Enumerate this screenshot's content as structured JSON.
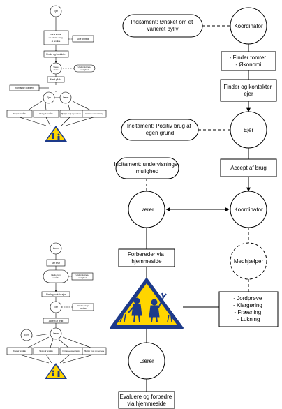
{
  "main": {
    "coordinator_top": "Koordinator",
    "incitament_1": [
      "Incitament: Ønsket om et",
      "varieret byliv"
    ],
    "finder_tomter": [
      "- Finder tomter",
      "- Økonomi"
    ],
    "finder_kontakter": [
      "Finder og kontakter",
      "ejer"
    ],
    "incitament_2": [
      "Incitament: Positiv brug af",
      "egen grund"
    ],
    "ejer": "Ejer",
    "accept": "Accept af brug",
    "incitament_3": [
      "Incitament: undervisnings-",
      "mulighed"
    ],
    "laerer_1": "Lærer",
    "coordinator_mid": "Koordinator",
    "medhjaelper": "Medhjælper",
    "forbereder": [
      "Forbereder via",
      "hjemmeside"
    ],
    "tasks": [
      "- Jordprøve",
      "- Klargøring",
      "- Fræsning",
      "- Lukning"
    ],
    "laerer_2": "Lærer",
    "evaluere": [
      "Evaluere og forbedre",
      "via hjemmeside"
    ]
  },
  "thumb_top": {
    "ejer": "Ejer",
    "box1": [
      "Ide & ønske",
      "om private omrg.",
      "at område"
    ],
    "side1": "Give område",
    "box2": "Finder og kontakter",
    "circle2": [
      "Stede",
      "lærer"
    ],
    "side2": [
      "Undervisnings-",
      "mulighed"
    ],
    "box3": "Mødt på ftø",
    "box4": "Kontaktar praxsen",
    "ejer2": "Ejer",
    "laerer": "Lærer",
    "row": [
      "Klargør område",
      "Stivrig af område",
      "Hjælper brugt og stemtene",
      "Fortsætte/ undervisning"
    ]
  },
  "thumb_bottom": {
    "laerer": "Lærer",
    "box1": "Ser bruh",
    "box2": [
      "Ide & drom",
      "område"
    ],
    "side1": [
      "Undervisnings-",
      "mulighed"
    ],
    "box3": "Finding kontakt ejer",
    "ejer": "Ejer",
    "side2": [
      "Finder brugt",
      "område"
    ],
    "box4": "Accept af brug",
    "ejer2": "Ejer",
    "laerer2": "Lærer",
    "row": [
      "Klargør område",
      "Stivrig af område",
      "Fortsætte/ undervisning",
      "Hjælper brugt og stemtene"
    ]
  },
  "colors": {
    "line": "#000000",
    "dashed_line": "#555555",
    "warning_fill": "#ffd500",
    "warning_stroke": "#1d3a8a",
    "page": "#ffffff"
  }
}
